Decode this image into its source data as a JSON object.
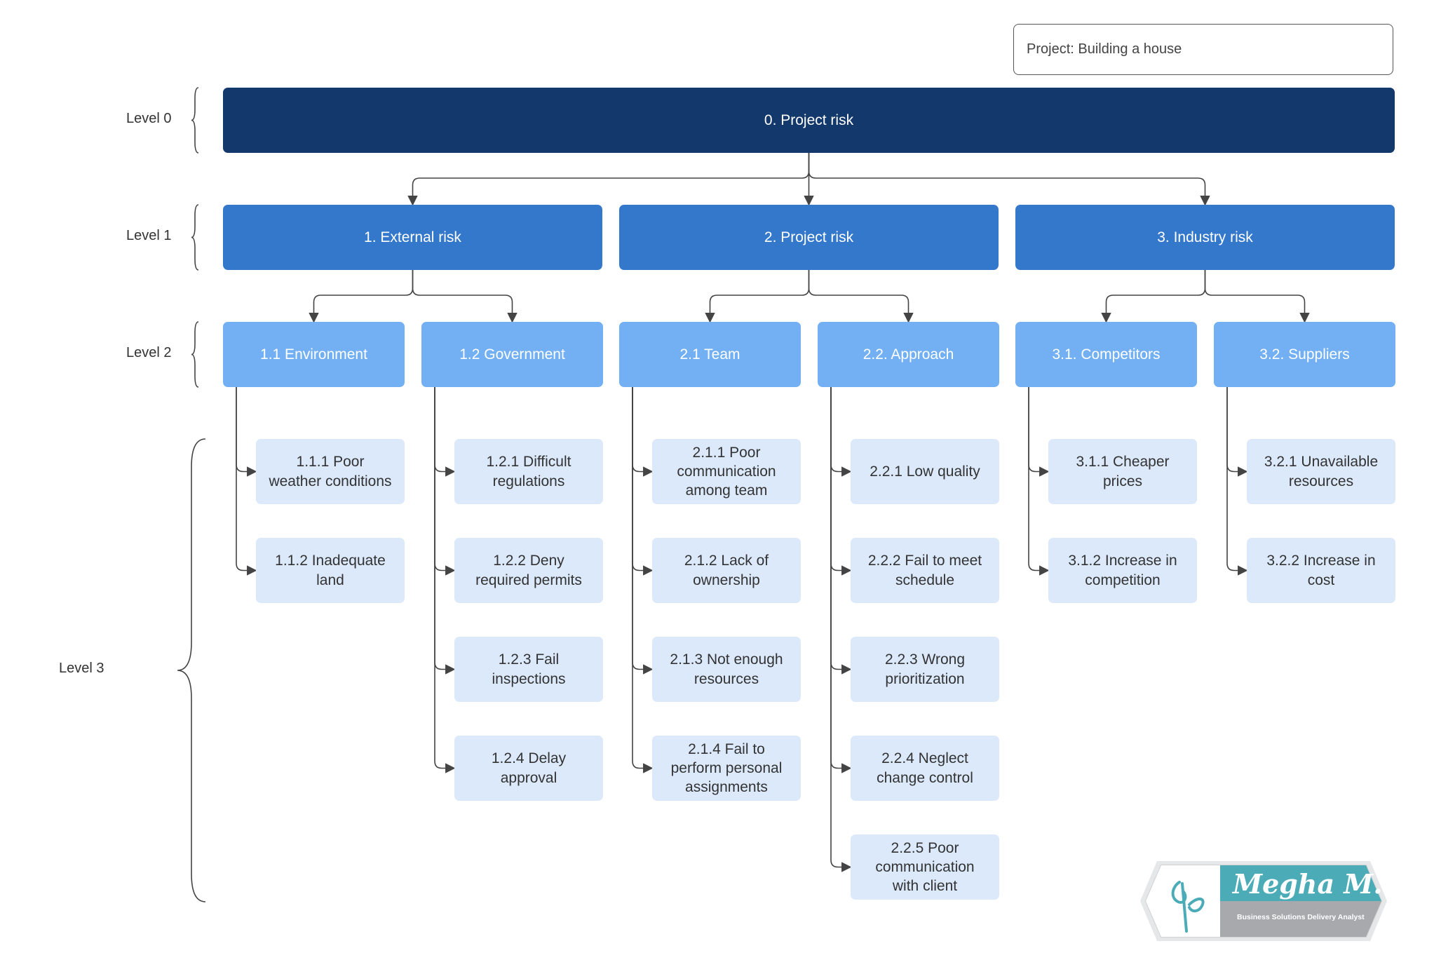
{
  "project": {
    "label": "Project: Building a house"
  },
  "levels": [
    "Level 0",
    "Level 1",
    "Level 2",
    "Level 3"
  ],
  "tree": {
    "root": "0. Project risk",
    "categories": [
      {
        "label": "1. External risk",
        "groups": [
          {
            "label": "1.1 Environment",
            "items": [
              "1.1.1 Poor weather conditions",
              "1.1.2 Inadequate land"
            ]
          },
          {
            "label": "1.2 Government",
            "items": [
              "1.2.1 Difficult regulations",
              "1.2.2 Deny required permits",
              "1.2.3 Fail inspections",
              "1.2.4 Delay approval"
            ]
          }
        ]
      },
      {
        "label": "2. Project risk",
        "groups": [
          {
            "label": "2.1 Team",
            "items": [
              "2.1.1 Poor communication among team",
              "2.1.2 Lack of ownership",
              "2.1.3 Not enough resources",
              "2.1.4 Fail to perform personal assignments"
            ]
          },
          {
            "label": "2.2. Approach",
            "items": [
              "2.2.1 Low quality",
              "2.2.2 Fail to meet schedule",
              "2.2.3 Wrong prioritization",
              "2.2.4 Neglect change control",
              "2.2.5 Poor communication with client"
            ]
          }
        ]
      },
      {
        "label": "3. Industry risk",
        "groups": [
          {
            "label": "3.1. Competitors",
            "items": [
              "3.1.1 Cheaper prices",
              "3.1.2 Increase in competition"
            ]
          },
          {
            "label": "3.2. Suppliers",
            "items": [
              "3.2.1 Unavailable resources",
              "3.2.2 Increase in cost"
            ]
          }
        ]
      }
    ]
  },
  "logo": {
    "name": "Megha M.",
    "tagline": "Business Solutions Delivery Analyst",
    "colors": {
      "teal": "#4bacb8",
      "grey": "#a7a9ac",
      "white": "#ffffff"
    }
  },
  "colors": {
    "level0": "#13386b",
    "level1": "#3478cb",
    "level2": "#72b0f3",
    "level3": "#dbe9fb",
    "connector": "#444444"
  }
}
